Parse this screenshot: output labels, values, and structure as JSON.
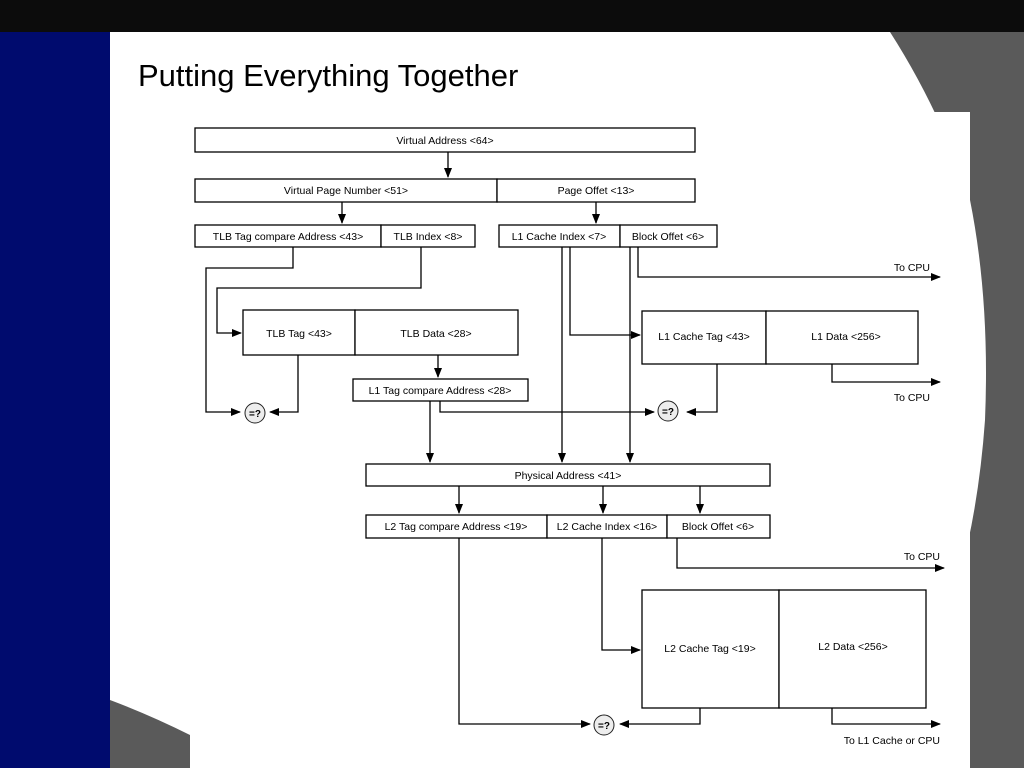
{
  "slide": {
    "title": "Putting Everything Together"
  },
  "diagram": {
    "virtual_address": "Virtual Address <64>",
    "virtual_page_number": "Virtual Page Number <51>",
    "page_offset": "Page Offet  <13>",
    "tlb_tag_compare_address": "TLB Tag compare Address <43>",
    "tlb_index": "TLB Index <8>",
    "l1_cache_index": "L1 Cache Index <7>",
    "l1_block_offset": "Block Offet  <6>",
    "tlb_tag": "TLB Tag <43>",
    "tlb_data": "TLB Data <28>",
    "l1_tag_compare_address": "L1 Tag compare Address <28>",
    "l1_cache_tag": "L1 Cache Tag <43>",
    "l1_data": "L1 Data <256>",
    "physical_address": "Physical Address <41>",
    "l2_tag_compare_address": "L2 Tag compare Address <19>",
    "l2_cache_index": "L2 Cache Index <16>",
    "l2_block_offset": "Block Offet  <6>",
    "l2_cache_tag": "L2 Cache Tag <19>",
    "l2_data": "L2 Data <256>",
    "to_cpu_1": "To CPU",
    "to_cpu_2": "To CPU",
    "to_cpu_3": "To CPU",
    "to_l1_or_cpu": "To L1 Cache or CPU",
    "compare_symbol": "=?"
  }
}
